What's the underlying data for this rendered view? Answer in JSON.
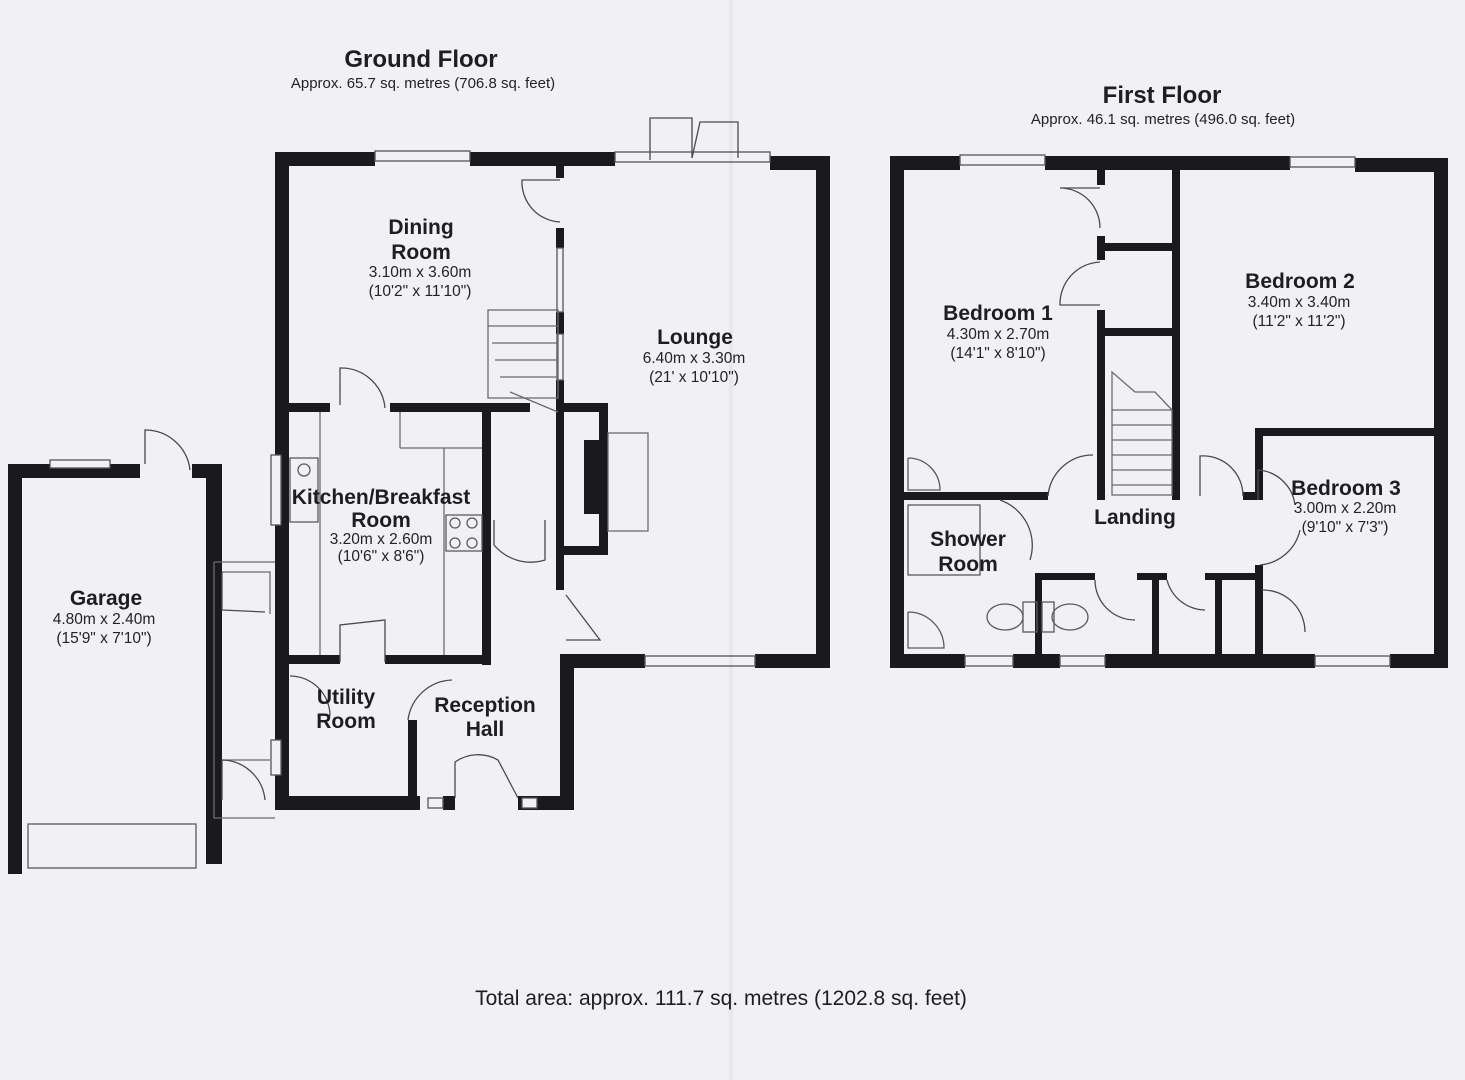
{
  "ground_floor": {
    "title": "Ground Floor",
    "area": "Approx. 65.7 sq. metres (706.8 sq. feet)",
    "rooms": {
      "dining": {
        "name_1": "Dining",
        "name_2": "Room",
        "dim_m": "3.10m x 3.60m",
        "dim_ft": "(10'2\" x 11'10\")"
      },
      "lounge": {
        "name_1": "Lounge",
        "dim_m": "6.40m x 3.30m",
        "dim_ft": "(21' x 10'10\")"
      },
      "kitchen": {
        "name_1": "Kitchen/Breakfast",
        "name_2": "Room",
        "dim_m": "3.20m x 2.60m",
        "dim_ft": "(10'6\" x 8'6\")"
      },
      "garage": {
        "name_1": "Garage",
        "dim_m": "4.80m x 2.40m",
        "dim_ft": "(15'9\" x 7'10\")"
      },
      "utility": {
        "name_1": "Utility",
        "name_2": "Room"
      },
      "reception": {
        "name_1": "Reception",
        "name_2": "Hall"
      }
    }
  },
  "first_floor": {
    "title": "First Floor",
    "area": "Approx. 46.1 sq. metres (496.0 sq. feet)",
    "rooms": {
      "bedroom1": {
        "name_1": "Bedroom 1",
        "dim_m": "4.30m x 2.70m",
        "dim_ft": "(14'1\" x 8'10\")"
      },
      "bedroom2": {
        "name_1": "Bedroom 2",
        "dim_m": "3.40m x 3.40m",
        "dim_ft": "(11'2\" x 11'2\")"
      },
      "bedroom3": {
        "name_1": "Bedroom 3",
        "dim_m": "3.00m x 2.20m",
        "dim_ft": "(9'10\" x 7'3\")"
      },
      "shower": {
        "name_1": "Shower",
        "name_2": "Room"
      },
      "landing": {
        "name_1": "Landing"
      }
    }
  },
  "total_area": "Total area: approx. 111.7 sq. metres (1202.8 sq. feet)"
}
